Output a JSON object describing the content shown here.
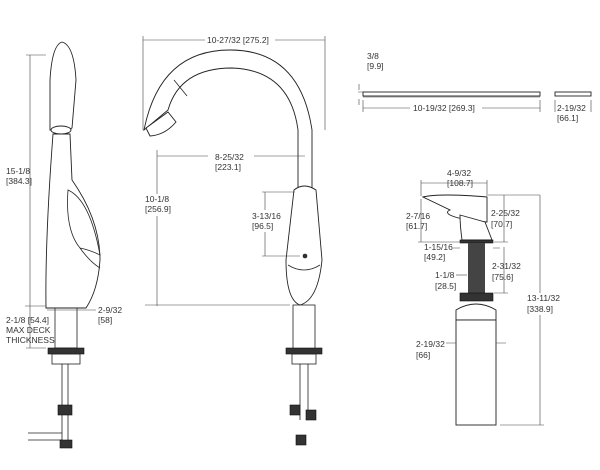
{
  "title": "Faucet and soap dispenser dimension drawing",
  "dimensions": {
    "overall_reach": "10-27/32  [275.2]",
    "plate_thickness": "3/8",
    "plate_thickness_mm": "[9.9]",
    "plate_length": "10-19/32  [269.3]",
    "plate_width": "2-19/32",
    "plate_width_mm": "[66.1]",
    "faucet_height": "15-1/8",
    "faucet_height_mm": "[384.3]",
    "spout_reach": "8-25/32",
    "spout_reach_mm": "[223.1]",
    "spout_clearance": "10-1/8",
    "spout_clearance_mm": "[256.9]",
    "handle_height": "3-13/16",
    "handle_height_mm": "[96.5]",
    "deck_thickness": "2-1/8 [54.4]",
    "deck_label_1": "MAX DECK",
    "deck_label_2": "THICKNESS",
    "base_diameter": "2-9/32",
    "base_diameter_mm": "[58]"
  },
  "soap_dispenser": {
    "pump_reach": "4-9/32",
    "pump_reach_mm": "[108.7]",
    "pump_height": "2-7/16",
    "pump_height_mm": "[61.7]",
    "head_height": "2-25/32",
    "head_height_mm": "[70.7]",
    "base_diameter": "1-15/16",
    "base_diameter_mm": "[49.2]",
    "shank_length": "2-31/32",
    "shank_length_mm": "[75.6]",
    "shank_diameter": "1-1/8",
    "shank_diameter_mm": "[28.5]",
    "overall_height": "13-11/32",
    "overall_height_mm": "[338.9]",
    "bottle_diameter": "2-19/32",
    "bottle_diameter_mm": "[66]"
  }
}
